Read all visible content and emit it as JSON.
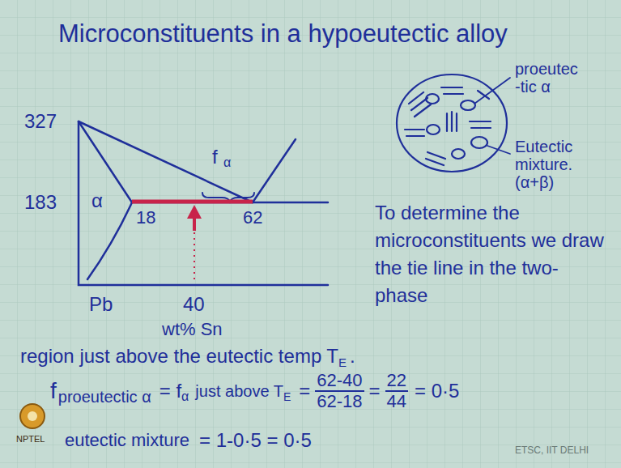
{
  "diagram": {
    "title": "Microconstituents in a hypoeutectic alloy",
    "labels": [
      "327",
      "183",
      "α",
      "18",
      "62",
      "f",
      "α",
      "Pb",
      "40",
      "wt% Sn",
      "proeutec -tic α",
      "Eutectic mixture. (α+β)",
      "To determine the microconstituents we draw the tie line in the two-phase",
      "region just above the eutectic temp",
      "T",
      "E",
      ".",
      "f",
      "proeutectic α",
      "= f",
      "α",
      "just above T",
      "E",
      "=",
      "62-40",
      "62-18",
      "=",
      "22",
      "44",
      "= 0·5",
      "eutectic mixture",
      "= 1-0·5 = 0·5",
      "NPTEL",
      "ETSC, IIT DELHI"
    ]
  }
}
